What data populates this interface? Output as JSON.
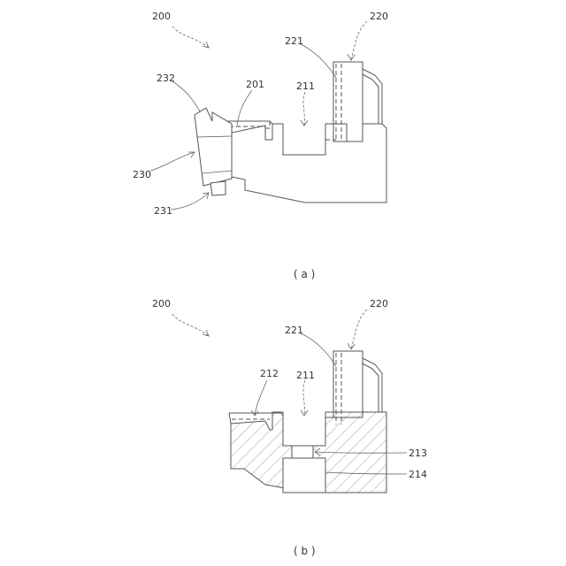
{
  "colors": {
    "line": "#555555",
    "hatch": "#888888",
    "background": "#ffffff"
  },
  "figure_a": {
    "caption": "( a )",
    "labels": {
      "ref200": "200",
      "ref220": "220",
      "ref221": "221",
      "ref232": "232",
      "ref201": "201",
      "ref211": "211",
      "ref230": "230",
      "ref231": "231"
    }
  },
  "figure_b": {
    "caption": "( b )",
    "labels": {
      "ref200": "200",
      "ref220": "220",
      "ref221": "221",
      "ref212": "212",
      "ref211": "211",
      "ref213": "213",
      "ref214": "214"
    }
  }
}
